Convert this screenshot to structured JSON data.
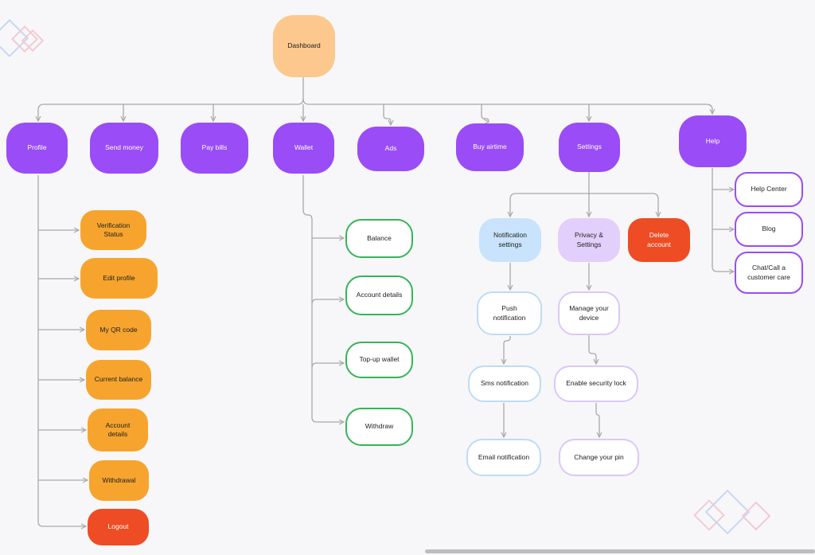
{
  "diagram": {
    "root": "Dashboard",
    "categories": {
      "profile": "Profile",
      "send_money": "Send money",
      "pay_bills": "Pay bills",
      "wallet": "Wallet",
      "ads": "Ads",
      "buy_airtime": "Buy airtime",
      "settings": "Settings",
      "help": "Help"
    },
    "profile_items": {
      "verification_status": "Verification\nStatus",
      "edit_profile": "Edit profile",
      "my_qr_code": "My QR code",
      "current_balance": "Current balance",
      "account_details": "Account\ndetails",
      "withdrawal": "Withdrawal",
      "logout": "Logout"
    },
    "wallet_items": {
      "balance": "Balance",
      "account_details": "Account details",
      "topup_wallet": "Top-up wallet",
      "withdraw": "Withdraw"
    },
    "settings_items": {
      "notification_settings": "Notification\nsettings",
      "privacy_settings": "Privacy &\nSettings",
      "delete_account": "Delete\naccount"
    },
    "notification_items": {
      "push": "Push\nnotification",
      "sms": "Sms notification",
      "email": "Email notification"
    },
    "privacy_items": {
      "manage_device": "Manage your\ndevice",
      "security_lock": "Enable security lock",
      "change_pin": "Change your pin"
    },
    "help_items": {
      "help_center": "Help Center",
      "blog": "Blog",
      "chat_call": "Chat/Call a\ncustomer care"
    },
    "colors": {
      "root": "#fcc88e",
      "category": "#9a4cf6",
      "profile_item": "#f7a42e",
      "danger": "#ee4c24",
      "wallet_outline": "#35b556",
      "notification_fill": "#c8e3fb",
      "privacy_fill": "#e3cffb",
      "connector": "#a9a9a9"
    }
  }
}
